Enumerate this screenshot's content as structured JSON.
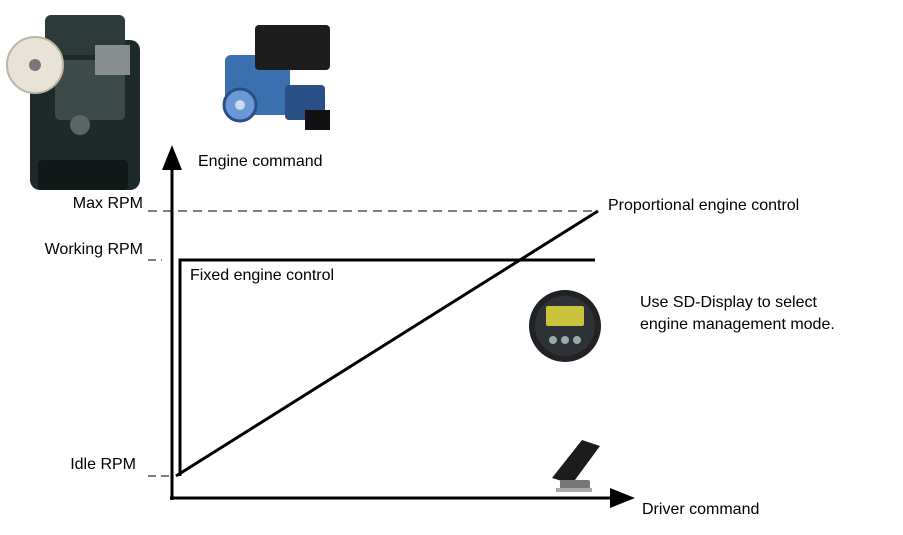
{
  "labels": {
    "y_axis_title": "Engine command",
    "x_axis_title": "Driver command",
    "max_rpm": "Max RPM",
    "working_rpm": "Working RPM",
    "idle_rpm": "Idle RPM",
    "fixed_control": "Fixed engine control",
    "proportional_control": "Proportional engine control",
    "display_note_line1": "Use SD-Display to select",
    "display_note_line2": "engine management mode."
  },
  "images": {
    "engine": "engine-block-icon",
    "pump": "hydraulic-pump-icon",
    "display": "sd-display-gauge-icon",
    "pedal": "foot-pedal-icon"
  },
  "colors": {
    "line": "#000000",
    "dashed_line": "#555555",
    "engine_body": "#1e2a2a",
    "pump_body": "#3a6fb0",
    "display_screen": "#c8c33a"
  }
}
